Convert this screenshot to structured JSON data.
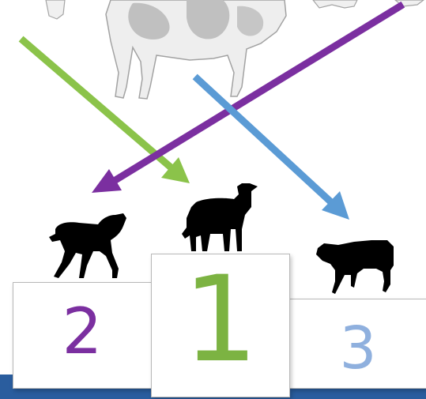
{
  "colors": {
    "first": "#7cb342",
    "second": "#7b2fa0",
    "third": "#8fb0de",
    "arrow_green": "#8bc34a",
    "arrow_purple": "#7b2fa0",
    "arrow_blue": "#5b9bd5",
    "bar": "#2a5d9e",
    "cow_faded": "#bdbdbd",
    "calf": "#000000"
  },
  "podium": {
    "second": {
      "rank": "2"
    },
    "first": {
      "rank": "1"
    },
    "third": {
      "rank": "3"
    }
  },
  "icons": {
    "background": "faded-holstein-cow-icon",
    "calves": [
      "calf-silhouette-icon",
      "calf-silhouette-icon",
      "calf-silhouette-icon"
    ],
    "arrows": [
      "arrow-green-icon",
      "arrow-purple-icon",
      "arrow-blue-icon"
    ]
  }
}
